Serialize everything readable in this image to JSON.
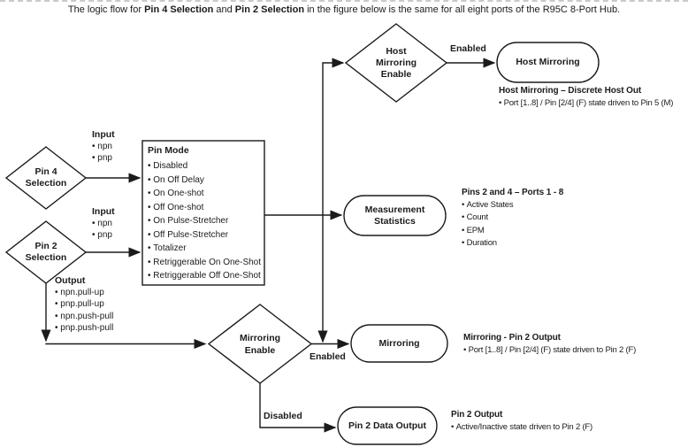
{
  "page": {
    "title_prefix": "The logic flow for ",
    "title_bold1": "Pin 4 Selection",
    "title_mid": " and ",
    "title_bold2": "Pin 2 Selection",
    "title_suffix": " in the figure below is the same for all eight ports of the R95C 8-Port Hub."
  },
  "nodes": {
    "pin4_selection": {
      "lines": [
        "Pin 4",
        "Selection"
      ]
    },
    "pin2_selection": {
      "lines": [
        "Pin 2",
        "Selection"
      ]
    },
    "host_mirroring_enable": {
      "lines": [
        "Host",
        "Mirroring",
        "Enable"
      ]
    },
    "mirroring_enable": {
      "lines": [
        "Mirroring",
        "Enable"
      ]
    },
    "host_mirroring": {
      "label": "Host Mirroring"
    },
    "measurement_statistics": {
      "lines": [
        "Measurement",
        "Statistics"
      ]
    },
    "mirroring": {
      "label": "Mirroring"
    },
    "pin2_data_output": {
      "label": "Pin 2 Data Output"
    }
  },
  "pin_mode": {
    "heading": "Pin Mode",
    "items": [
      "Disabled",
      "On Off Delay",
      "On One-shot",
      "Off One-shot",
      "On Pulse-Stretcher",
      "Off Pulse-Stretcher",
      "Totalizer",
      "Retriggerable On One-Shot",
      "Retriggerable Off One-Shot"
    ]
  },
  "annotations": {
    "pin4_input": {
      "heading": "Input",
      "items": [
        "npn",
        "pnp"
      ]
    },
    "pin2_input": {
      "heading": "Input",
      "items": [
        "npn",
        "pnp"
      ]
    },
    "pin2_output": {
      "heading": "Output",
      "items": [
        "npn.pull-up",
        "pnp.pull-up",
        "npn.push-pull",
        "pnp.push-pull"
      ]
    }
  },
  "edge_labels": {
    "host_mirroring_enabled": "Enabled",
    "mirroring_enabled": "Enabled",
    "mirroring_disabled": "Disabled"
  },
  "notes": {
    "host_mirroring": {
      "heading": "Host Mirroring – Discrete Host Out",
      "items": [
        "Port [1..8] / Pin [2/4] (F) state driven to Pin 5 (M)"
      ]
    },
    "measurement": {
      "heading": "Pins 2 and 4 – Ports 1 - 8",
      "items": [
        "Active States",
        "Count",
        "EPM",
        "Duration"
      ]
    },
    "mirroring": {
      "heading": "Mirroring - Pin 2 Output",
      "items": [
        "Port [1..8] / Pin [2/4] (F) state driven to Pin 2 (F)"
      ]
    },
    "pin2_output": {
      "heading": "Pin 2 Output",
      "items": [
        "Active/Inactive state driven to Pin 2 (F)"
      ]
    }
  },
  "colors": {
    "ink": "#1b1b1b",
    "background": "#ffffff"
  }
}
